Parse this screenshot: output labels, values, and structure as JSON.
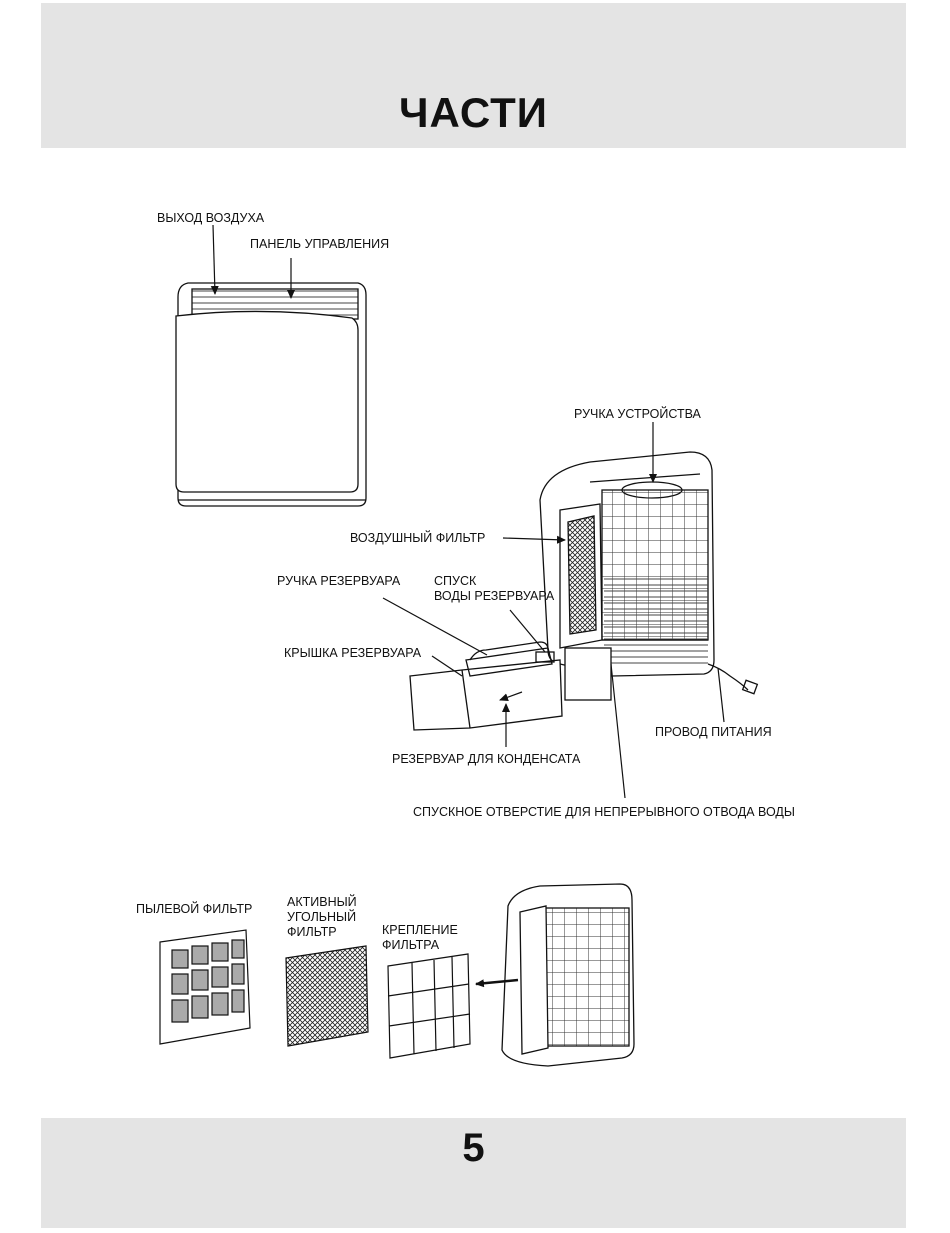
{
  "header": {
    "title": "ЧАСТИ"
  },
  "footer": {
    "page_number": "5"
  },
  "labels": {
    "air_outlet": "ВЫХОД ВОЗДУХА",
    "control_panel": "ПАНЕЛЬ УПРАВЛЕНИЯ",
    "unit_handle": "РУЧКА УСТРОЙСТВА",
    "air_filter": "ВОЗДУШНЫЙ ФИЛЬТР",
    "tank_handle": "РУЧКА РЕЗЕРВУАРА",
    "tank_drain": "СПУСК\nВОДЫ РЕЗЕРВУАРА",
    "tank_cover": "КРЫШКА РЕЗЕРВУАРА",
    "power_cord": "ПРОВОД ПИТАНИЯ",
    "condensate_tank": "РЕЗЕРВУАР ДЛЯ КОНДЕНСАТА",
    "continuous_drain": "СПУСКНОЕ ОТВЕРСТИЕ ДЛЯ НЕПРЕРЫВНОГО ОТВОДА ВОДЫ",
    "dust_filter": "ПЫЛЕВОЙ ФИЛЬТР",
    "carbon_filter": "АКТИВНЫЙ\nУГОЛЬНЫЙ\nФИЛЬТР",
    "filter_mount": "КРЕПЛЕНИЕ\nФИЛЬТРА"
  }
}
